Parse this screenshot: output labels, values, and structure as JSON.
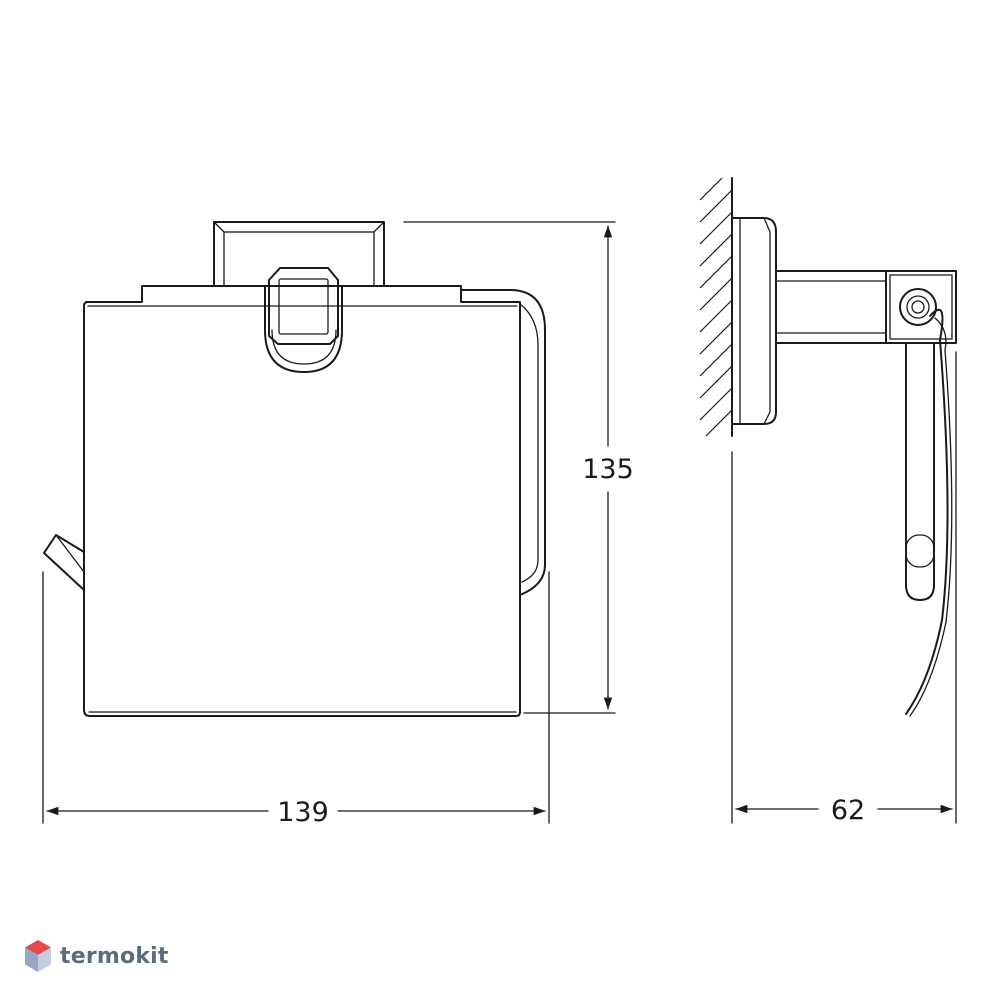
{
  "dimensions": {
    "height_label": "135",
    "width_label": "139",
    "depth_label": "62"
  },
  "logo": {
    "text": "termokit",
    "colors": {
      "top": "#e8484b",
      "left": "#9aa6c4",
      "right": "#c7cde0",
      "text": "#5a6b7c"
    }
  }
}
